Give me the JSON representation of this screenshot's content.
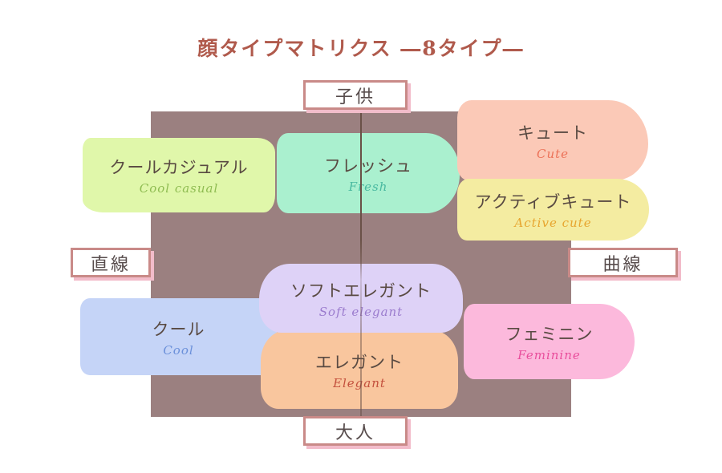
{
  "title": "顔タイプマトリクス ―8タイプ―",
  "axes": {
    "top": "子供",
    "bottom": "大人",
    "left": "直線",
    "right": "曲線"
  },
  "types": [
    {
      "id": "cool-casual",
      "jp": "クールカジュアル",
      "en": "Cool casual",
      "bg": "#e0f7aa",
      "accent": "#8fbc52"
    },
    {
      "id": "fresh",
      "jp": "フレッシュ",
      "en": "Fresh",
      "bg": "#aaf0cf",
      "accent": "#49b9a0"
    },
    {
      "id": "cute",
      "jp": "キュート",
      "en": "Cute",
      "bg": "#fbc9b7",
      "accent": "#ec7258"
    },
    {
      "id": "active-cute",
      "jp": "アクティブキュート",
      "en": "Active cute",
      "bg": "#f4eca1",
      "accent": "#e7a52f"
    },
    {
      "id": "soft-elegant",
      "jp": "ソフトエレガント",
      "en": "Soft elegant",
      "bg": "#ded2f7",
      "accent": "#9b7cce"
    },
    {
      "id": "cool",
      "jp": "クール",
      "en": "Cool",
      "bg": "#c5d4f7",
      "accent": "#6b90da"
    },
    {
      "id": "elegant",
      "jp": "エレガント",
      "en": "Elegant",
      "bg": "#f9c69e",
      "accent": "#c3503d"
    },
    {
      "id": "feminine",
      "jp": "フェミニン",
      "en": "Feminine",
      "bg": "#fcb9dc",
      "accent": "#e94e9c"
    }
  ],
  "palette": {
    "title_color": "#b05a4c",
    "matrix_bg": "#9b8080",
    "axis_line": "#6a5147",
    "label_border": "#c98a88",
    "label_shadow": "#f2bcca",
    "axis_text": "#574c4c",
    "jp_text": "#594a42"
  }
}
